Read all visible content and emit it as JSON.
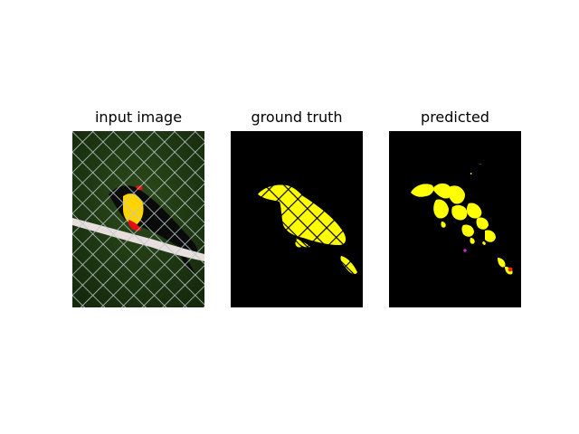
{
  "panels": [
    {
      "title": "input image"
    },
    {
      "title": "ground truth"
    },
    {
      "title": "predicted"
    }
  ],
  "colors": {
    "background": "#ffffff",
    "mask_background": "#000000",
    "mask_foreground": "#ffff00",
    "grass": "#1f3d12",
    "fence_wire": "#b8c8c8",
    "branch": "#e8dede",
    "bird_body": "#0a0a0a",
    "bird_throat": "#ffd400",
    "bird_red": "#e01010",
    "pred_magenta": "#cc22cc",
    "pred_red": "#ff2200"
  }
}
